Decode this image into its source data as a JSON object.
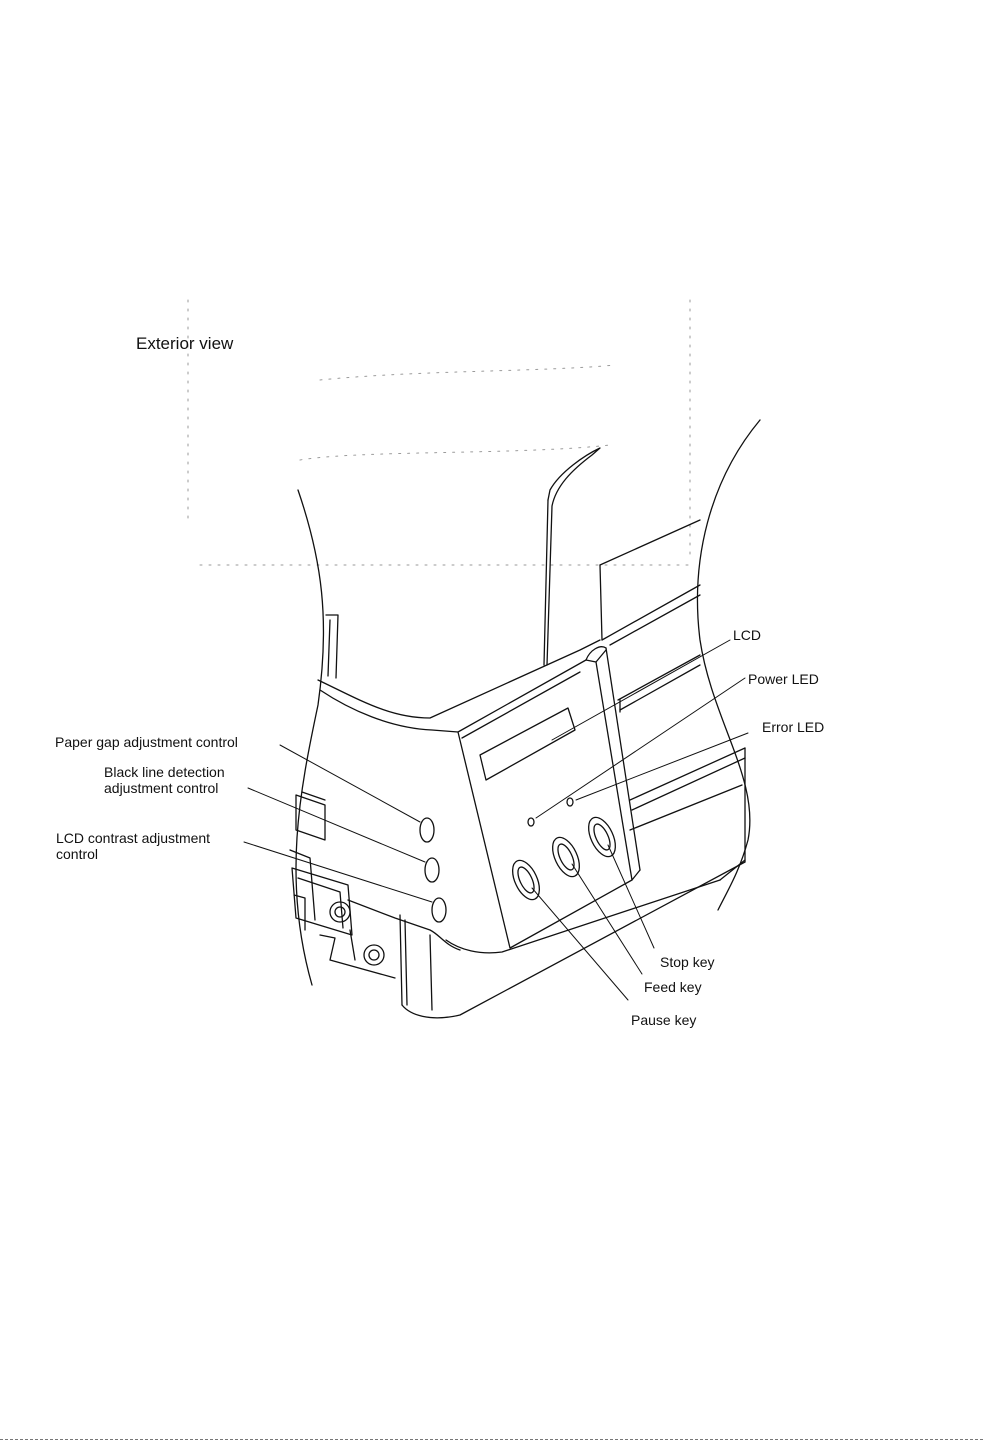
{
  "title": "Exterior view",
  "labels": {
    "lcd": "LCD",
    "power_led": "Power LED",
    "error_led": "Error LED",
    "paper_gap": "Paper gap adjustment control",
    "black_line_1": "Black line detection",
    "black_line_2": "adjustment control",
    "lcd_contrast_1": "LCD contrast adjustment",
    "lcd_contrast_2": "control",
    "stop_key": "Stop key",
    "feed_key": "Feed key",
    "pause_key": "Pause key"
  },
  "colors": {
    "ink": "#111111",
    "faint": "#9a9a9a"
  }
}
